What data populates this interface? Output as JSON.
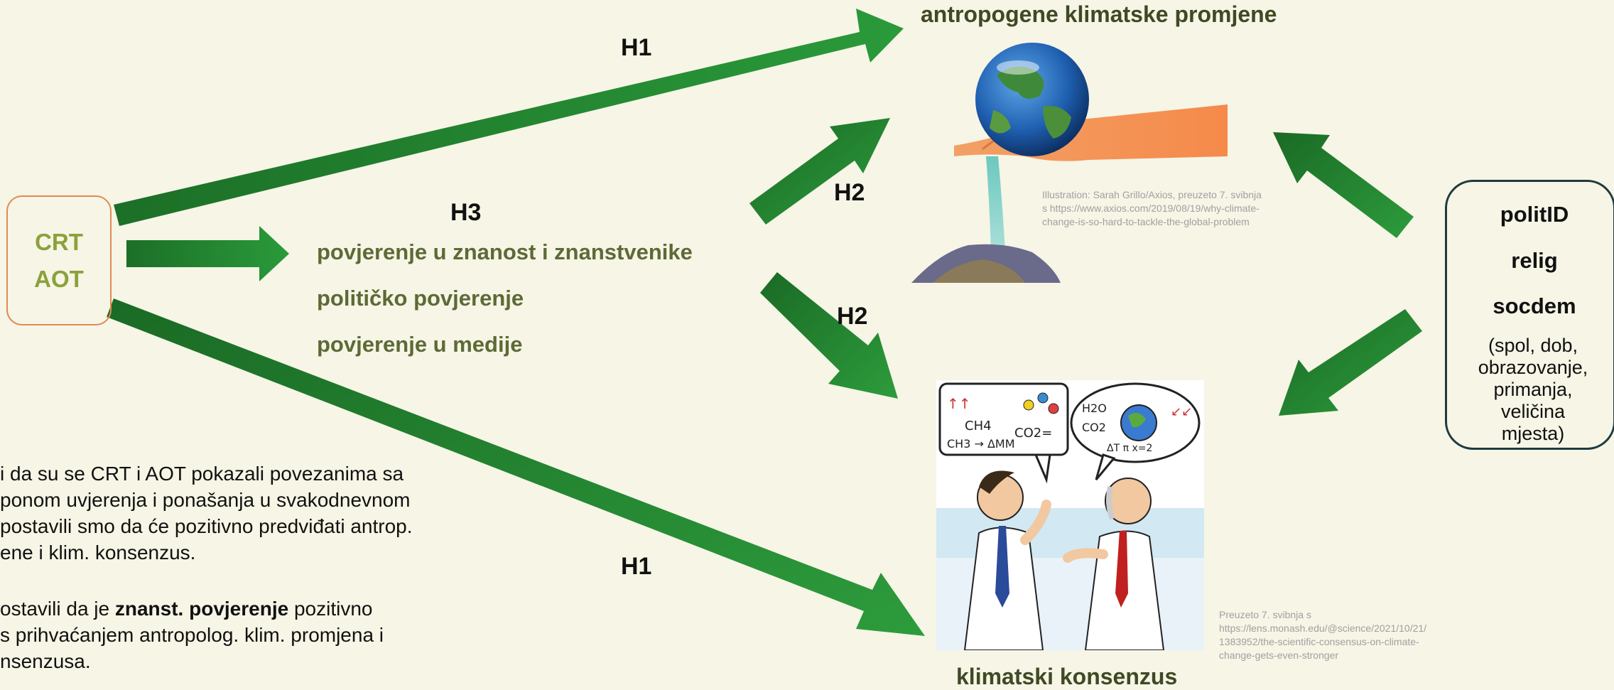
{
  "top_title": "antropogene klimatske promjene",
  "bottom_title": "klimatski konsenzus",
  "crt_box": {
    "line1": "CRT",
    "line2": "AOT"
  },
  "hypotheses": {
    "h1_top": "H1",
    "h1_bottom": "H1",
    "h2_top": "H2",
    "h2_bottom": "H2",
    "h3": "H3"
  },
  "trust_items": [
    "povjerenje u znanost i znanstvenike",
    "političko povjerenje",
    "povjerenje u medije"
  ],
  "right_box": {
    "items": [
      "politID",
      "relig",
      "socdem"
    ],
    "note": [
      "(spol, dob,",
      "obrazovanje,",
      "primanja,",
      "veličina",
      "mjesta)"
    ]
  },
  "body_text": {
    "p1": [
      "i da su se CRT i AOT pokazali povezanima sa",
      "ponom uvjerenja i ponašanja u svakodnevnom",
      "postavili smo da će pozitivno predviđati antrop.",
      "ene i  klim. konsenzus."
    ],
    "p2_prefix": "ostavili da je ",
    "p2_bold": "znanst. povjerenje",
    "p2_suffix": " pozitivno",
    "p2_rest": [
      "s prihvaćanjem antropolog. klim. promjena i",
      "nsenzusa."
    ]
  },
  "credits": {
    "earth": [
      "Illustration: Sarah Grillo/Axios, preuzeto 7. svibnja",
      "s https://www.axios.com/2019/08/19/why-climate-",
      "change-is-so-hard-to-tackle-the-global-problem"
    ],
    "scientists": [
      "Preuzeto 7. svibnja s",
      "https://lens.monash.edu/@science/2021/10/21/",
      "1383952/the-scientific-consensus-on-climate-",
      "change-gets-even-stronger"
    ]
  },
  "colors": {
    "arrow": "#1e7a2c",
    "arrow_light": "#2d9a3a",
    "background": "#f6f5e6",
    "crt_border": "#e08a52",
    "crt_text": "#8aa23a",
    "trust_text": "#5d6a36"
  },
  "illustration_icons": [
    "earth-in-hand-illustration",
    "two-scientists-illustration"
  ]
}
